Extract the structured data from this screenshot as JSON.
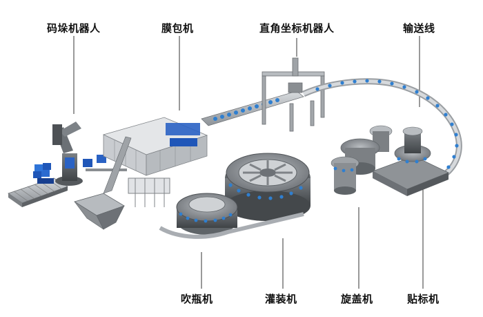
{
  "labels": {
    "palletizing_robot": "码垛机器人",
    "film_wrapper": "膜包机",
    "cartesian_robot": "直角坐标机器人",
    "conveyor": "输送线",
    "blow_molding": "吹瓶机",
    "filling": "灌装机",
    "capping": "旋盖机",
    "labeling": "贴标机"
  },
  "colors": {
    "machine_gray": "#a9adb2",
    "machine_dark": "#5f6468",
    "bottle_blue": "#2f7fd0",
    "pack_blue": "#1f56b8",
    "leader_line": "#333333"
  }
}
